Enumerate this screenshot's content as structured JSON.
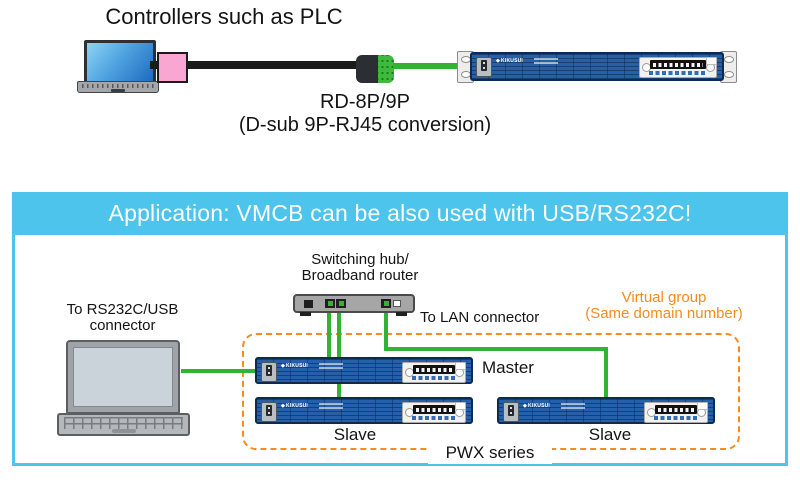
{
  "colors": {
    "cyan": "#4CC4EC",
    "orange": "#F68B1F",
    "green": "#33B333",
    "device_blue": "#1C5AA4",
    "device_border": "#0A2B52",
    "pink": "#F9A6D3",
    "black_cable": "#1B1B1B"
  },
  "icons": {
    "kikusui_logo_mark": "◆"
  },
  "top": {
    "title": "Controllers such as PLC",
    "adapter_name": "RD-8P/9P",
    "adapter_desc": "(D-sub 9P-RJ45 conversion)",
    "device_brand": "KIKUSUI"
  },
  "panel": {
    "header": "Application: VMCB can be also used with USB/RS232C!",
    "hub_label": [
      "Switching hub/",
      "Broadband router"
    ],
    "lan_label": "To LAN connector",
    "usb_label": [
      "To RS232C/USB",
      "connector"
    ],
    "virtual_group": [
      "Virtual group",
      "(Same domain number)"
    ],
    "master_label": "Master",
    "slave_left_label": "Slave",
    "slave_right_label": "Slave",
    "series_label": "PWX series",
    "device_brand": "KIKUSUI"
  }
}
